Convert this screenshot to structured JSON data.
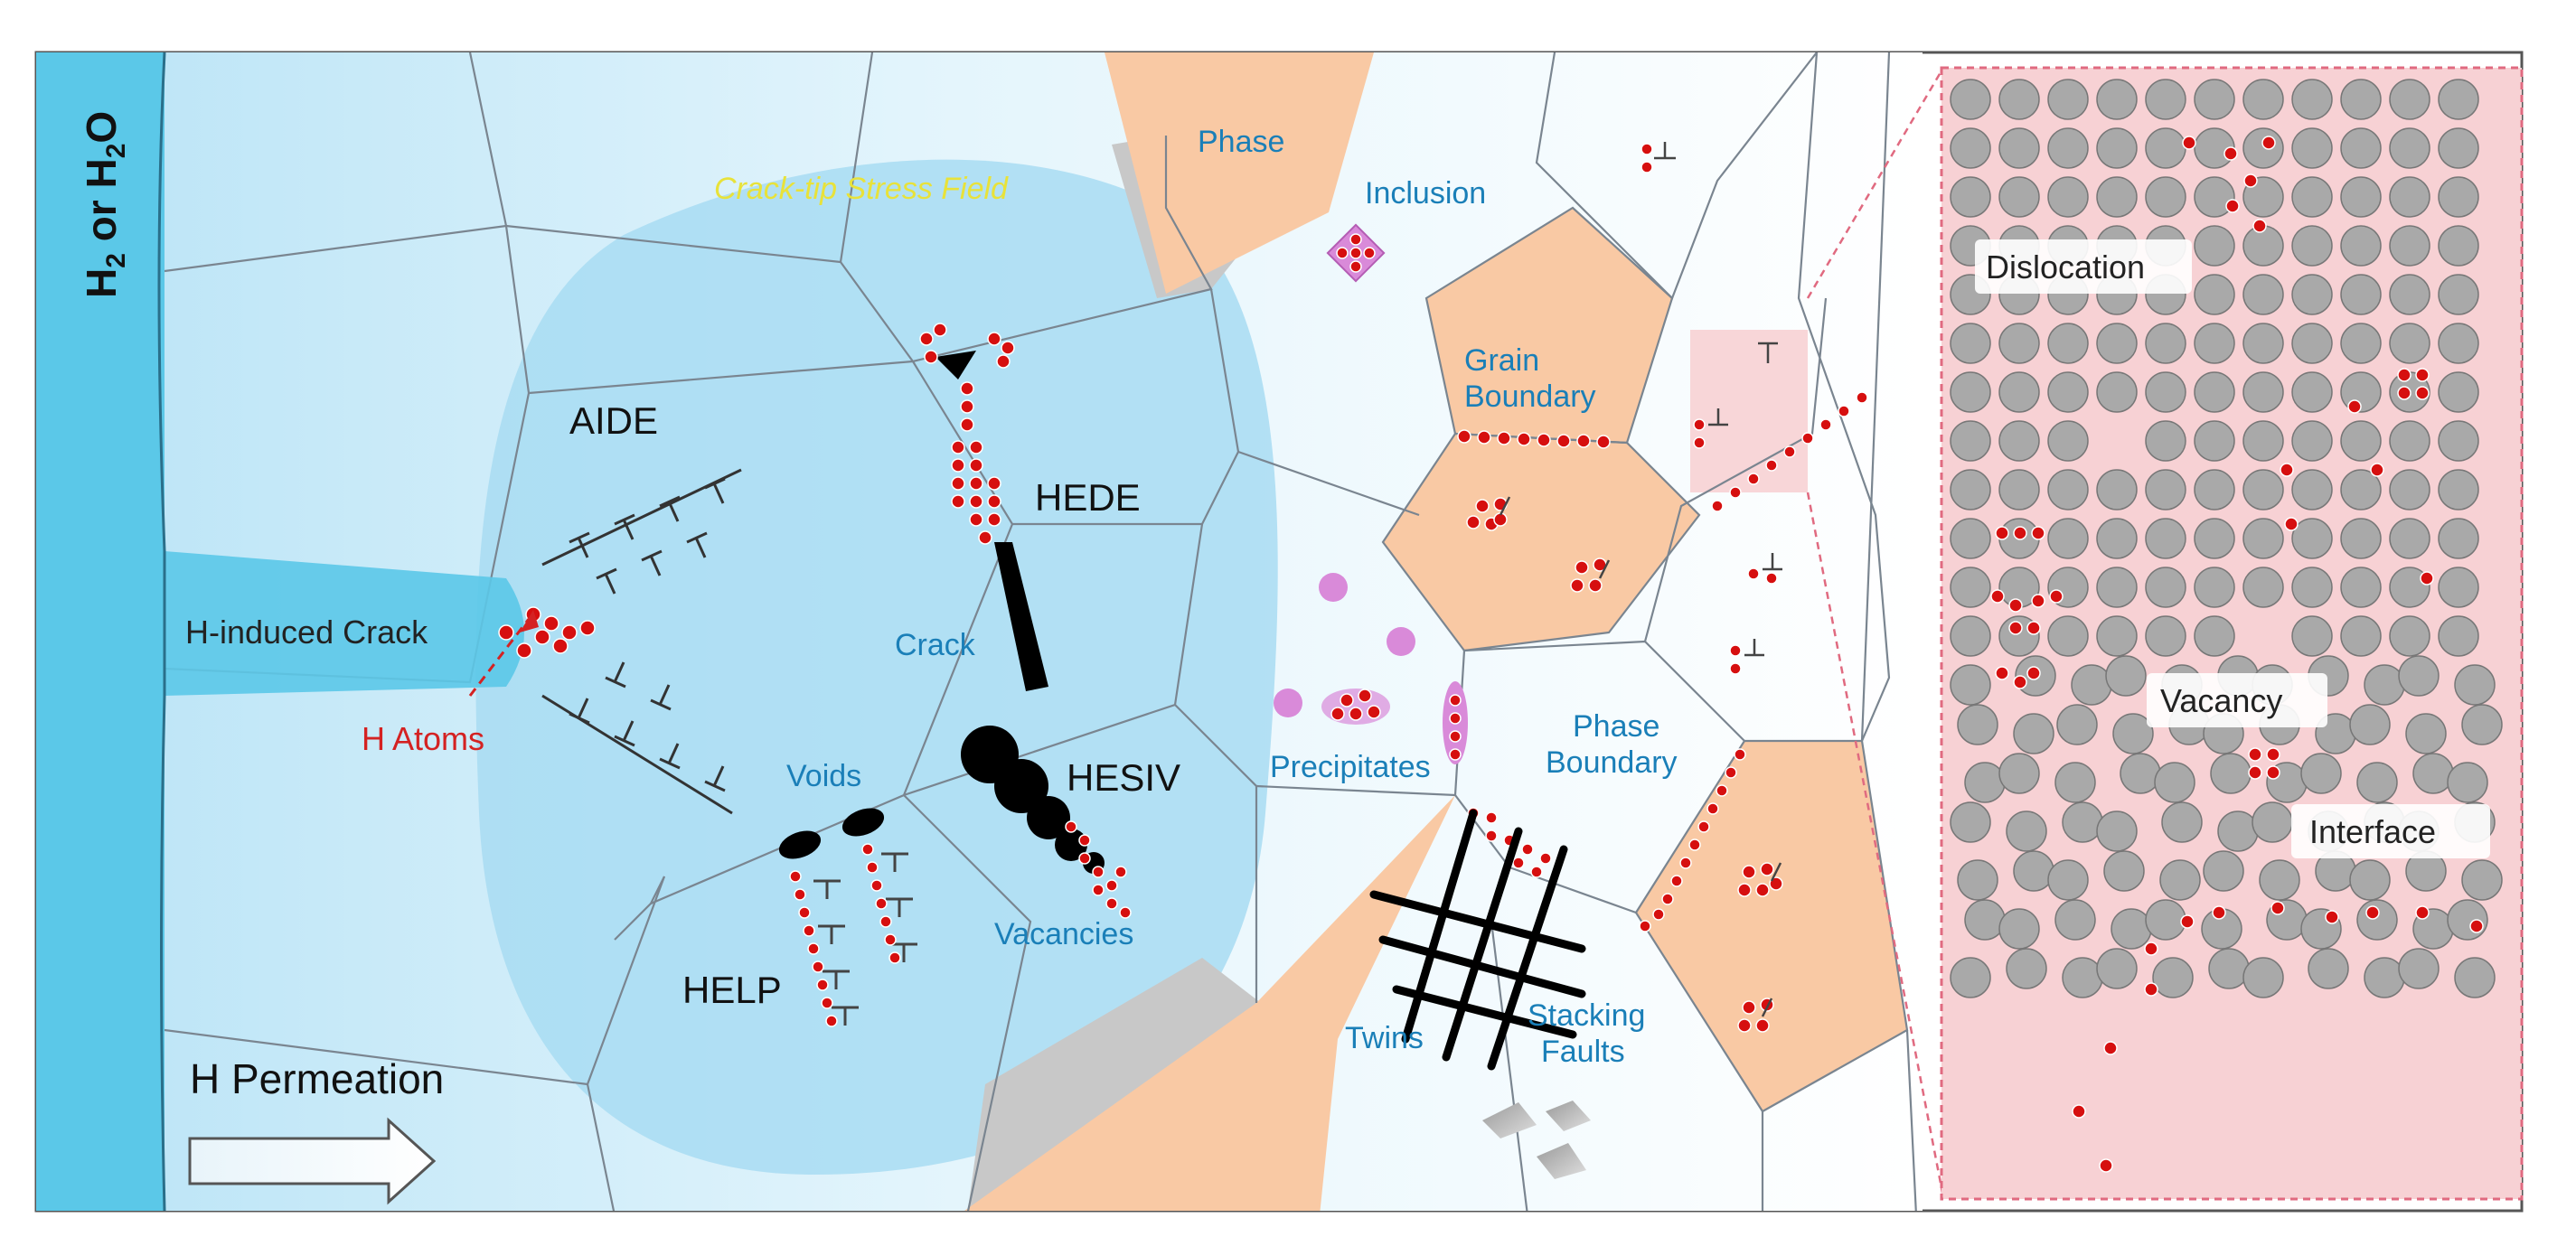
{
  "labels": {
    "environment_h2": "H",
    "environment_h2_sub": "2",
    "environment_or": " or H",
    "environment_h2o_sub": "2",
    "environment_o": "O",
    "crack_tip_stress_field": "Crack-tip Stress Field",
    "aide": "AIDE",
    "hede": "HEDE",
    "hesiv": "HESIV",
    "help": "HELP",
    "h_induced_crack": "H-induced Crack",
    "h_atoms": "H Atoms",
    "h_permeation": "H Permeation",
    "crack": "Crack",
    "voids": "Voids",
    "vacancies": "Vacancies",
    "phase": "Phase",
    "inclusion": "Inclusion",
    "grain_boundary_1": "Grain",
    "grain_boundary_2": "Boundary",
    "precipitates": "Precipitates",
    "phase_boundary_1": "Phase",
    "phase_boundary_2": "Boundary",
    "twins": "Twins",
    "stacking_faults_1": "Stacking",
    "stacking_faults_2": "Faults",
    "dislocation": "Dislocation",
    "vacancy": "Vacancy",
    "interface": "Interface"
  },
  "colors": {
    "metal_gradient_start": "#bfe6f7",
    "metal_gradient_end": "#ffffff",
    "environment": "#5bc8e8",
    "stress_field": "#a8dcf2",
    "phase_fill": "#f9c9a4",
    "gray_phase": "#c8c8c8",
    "hydrogen": "#d60f0f",
    "inclusion": "#d98ad9",
    "zoom_panel": "#f7d1d4",
    "atom": "#a9a9a9",
    "grain_line": "#7a8590",
    "label_blue": "#1a7fb8"
  }
}
